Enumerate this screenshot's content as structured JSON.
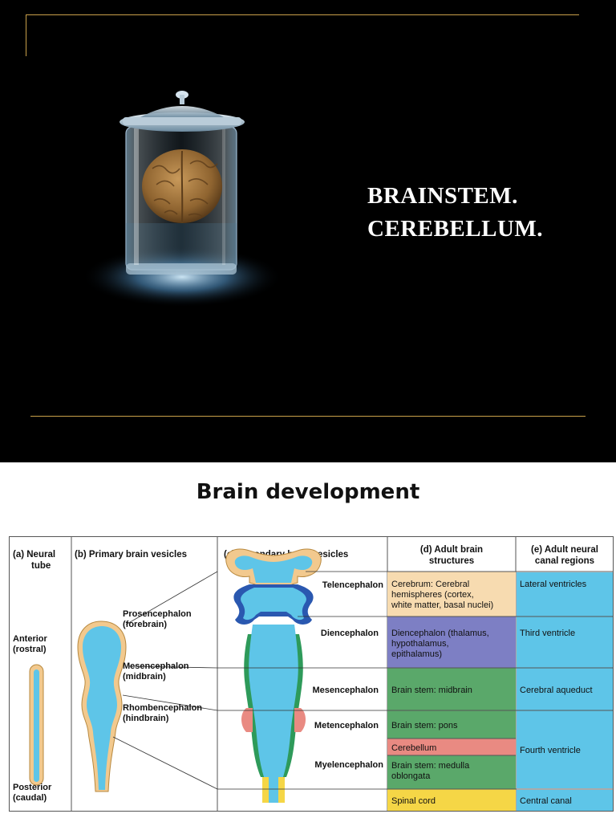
{
  "slide1": {
    "title_line1": "BRAINSTEM.",
    "title_line2": "CEREBELLUM.",
    "image": "brain-in-jar"
  },
  "slide2": {
    "heading": "Brain development",
    "columns": {
      "a": [
        "(a) Neural",
        "tube"
      ],
      "b": "(b) Primary brain vesicles",
      "c": "(c) Secondary brain vesicles",
      "d": [
        "(d) Adult brain",
        "structures"
      ],
      "e": [
        "(e) Adult neural",
        "canal regions"
      ]
    },
    "neural_tube": {
      "anterior": [
        "Anterior",
        "(rostral)"
      ],
      "posterior": [
        "Posterior",
        "(caudal)"
      ]
    },
    "primary_vesicles": [
      [
        "Prosencephalon",
        "(forebrain)"
      ],
      [
        "Mesencephalon",
        "(midbrain)"
      ],
      [
        "Rhombencephalon",
        "(hindbrain)"
      ]
    ],
    "secondary_vesicles": [
      "Telencephalon",
      "Diencephalon",
      "Mesencephalon",
      "Metencephalon",
      "Myelencephalon"
    ],
    "adult_structures": [
      {
        "lines": [
          "Cerebrum: Cerebral",
          "hemispheres (cortex,",
          "white matter, basal nuclei)"
        ],
        "color": "#f7dbb0"
      },
      {
        "lines": [
          "Diencephalon (thalamus,",
          "hypothalamus,",
          "epithalamus)"
        ],
        "color": "#7d7fc4"
      },
      {
        "lines": [
          "Brain stem: midbrain"
        ],
        "color": "#5aa86a"
      },
      {
        "lines": [
          "Brain stem: pons"
        ],
        "color": "#5aa86a"
      },
      {
        "lines": [
          "Cerebellum"
        ],
        "color": "#e98a82"
      },
      {
        "lines": [
          "Brain stem: medulla",
          "oblongata"
        ],
        "color": "#5aa86a"
      },
      {
        "lines": [
          "Spinal cord"
        ],
        "color": "#f5d646"
      }
    ],
    "canal_regions": [
      "Lateral ventricles",
      "Third ventricle",
      "Cerebral aqueduct",
      "Fourth ventricle",
      "Central canal"
    ],
    "colors": {
      "canal": "#5ec5e8",
      "vesicle_wall": "#f2c98e"
    }
  }
}
